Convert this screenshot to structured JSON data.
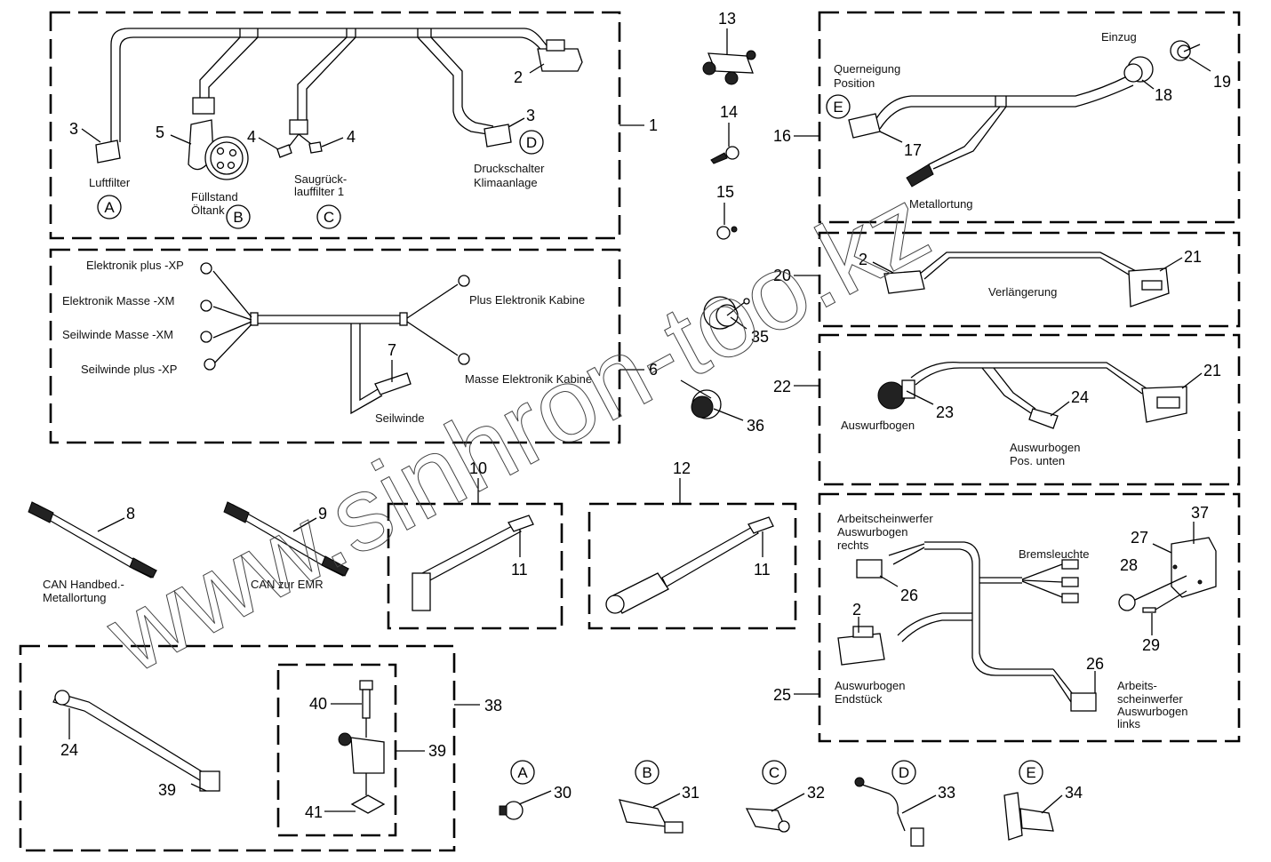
{
  "diagram": {
    "watermark": "www.sinhron-too.kz",
    "groups": [
      {
        "id": "1",
        "label": "1"
      },
      {
        "id": "6",
        "label": "6"
      },
      {
        "id": "16",
        "label": "16"
      },
      {
        "id": "20",
        "label": "20"
      },
      {
        "id": "22",
        "label": "22"
      },
      {
        "id": "25",
        "label": "25"
      },
      {
        "id": "38",
        "label": "38"
      },
      {
        "id": "10",
        "label": "10"
      },
      {
        "id": "12",
        "label": "12"
      }
    ],
    "group1": {
      "callouts": [
        "2",
        "3",
        "3",
        "5",
        "4",
        "4"
      ],
      "labels": {
        "luftfilter": "Luftfilter",
        "fuellstand": "Füllstand",
        "oeltank": "Öltank",
        "saug1": "Saugrück-",
        "saug2": "lauffilter 1",
        "druck1": "Druckschalter",
        "druck2": "Klimaanlage"
      },
      "circles": [
        "A",
        "B",
        "C",
        "D"
      ]
    },
    "group6": {
      "callouts": [
        "7"
      ],
      "labels": {
        "e_plus": "Elektronik plus -XP",
        "e_masse": "Elektronik Masse -XM",
        "s_masse": "Seilwinde Masse -XM",
        "s_plus": "Seilwinde plus -XP",
        "plus_kab": "Plus Elektronik Kabine",
        "masse_kab": "Masse Elektronik Kabine",
        "seilwinde": "Seilwinde"
      }
    },
    "loose_parts": {
      "callouts": [
        "13",
        "14",
        "15",
        "35",
        "36",
        "8",
        "9",
        "11",
        "11"
      ],
      "labels": {
        "can1a": "CAN Handbed.-",
        "can1b": "Metallortung",
        "can2": "CAN zur EMR"
      }
    },
    "group16": {
      "callouts": [
        "17",
        "18",
        "19"
      ],
      "labels": {
        "einzug": "Einzug",
        "quer1": "Querneigung",
        "quer2": "Position",
        "metall": "Metallortung"
      },
      "circle": "E"
    },
    "group20": {
      "callouts": [
        "2",
        "21"
      ],
      "labels": {
        "verl": "Verlängerung"
      }
    },
    "group22": {
      "callouts": [
        "23",
        "24",
        "21"
      ],
      "labels": {
        "ausw": "Auswurfbogen",
        "pos1": "Auswurbogen",
        "pos2": "Pos. unten"
      }
    },
    "group25": {
      "callouts": [
        "26",
        "2",
        "26",
        "27",
        "28",
        "29",
        "37"
      ],
      "labels": {
        "ar1": "Arbeitscheinwerfer",
        "ar2": "Auswurbogen",
        "ar3": "rechts",
        "brems": "Bremsleuchte",
        "end1": "Auswurbogen",
        "end2": "Endstück",
        "al1": "Arbeits-",
        "al2": "scheinwerfer",
        "al3": "Auswurbogen",
        "al4": "links"
      }
    },
    "group38": {
      "callouts": [
        "24",
        "39",
        "40",
        "39",
        "41"
      ]
    },
    "sensors": [
      {
        "circle": "A",
        "callout": "30"
      },
      {
        "circle": "B",
        "callout": "31"
      },
      {
        "circle": "C",
        "callout": "32"
      },
      {
        "circle": "D",
        "callout": "33"
      },
      {
        "circle": "E",
        "callout": "34"
      }
    ]
  }
}
